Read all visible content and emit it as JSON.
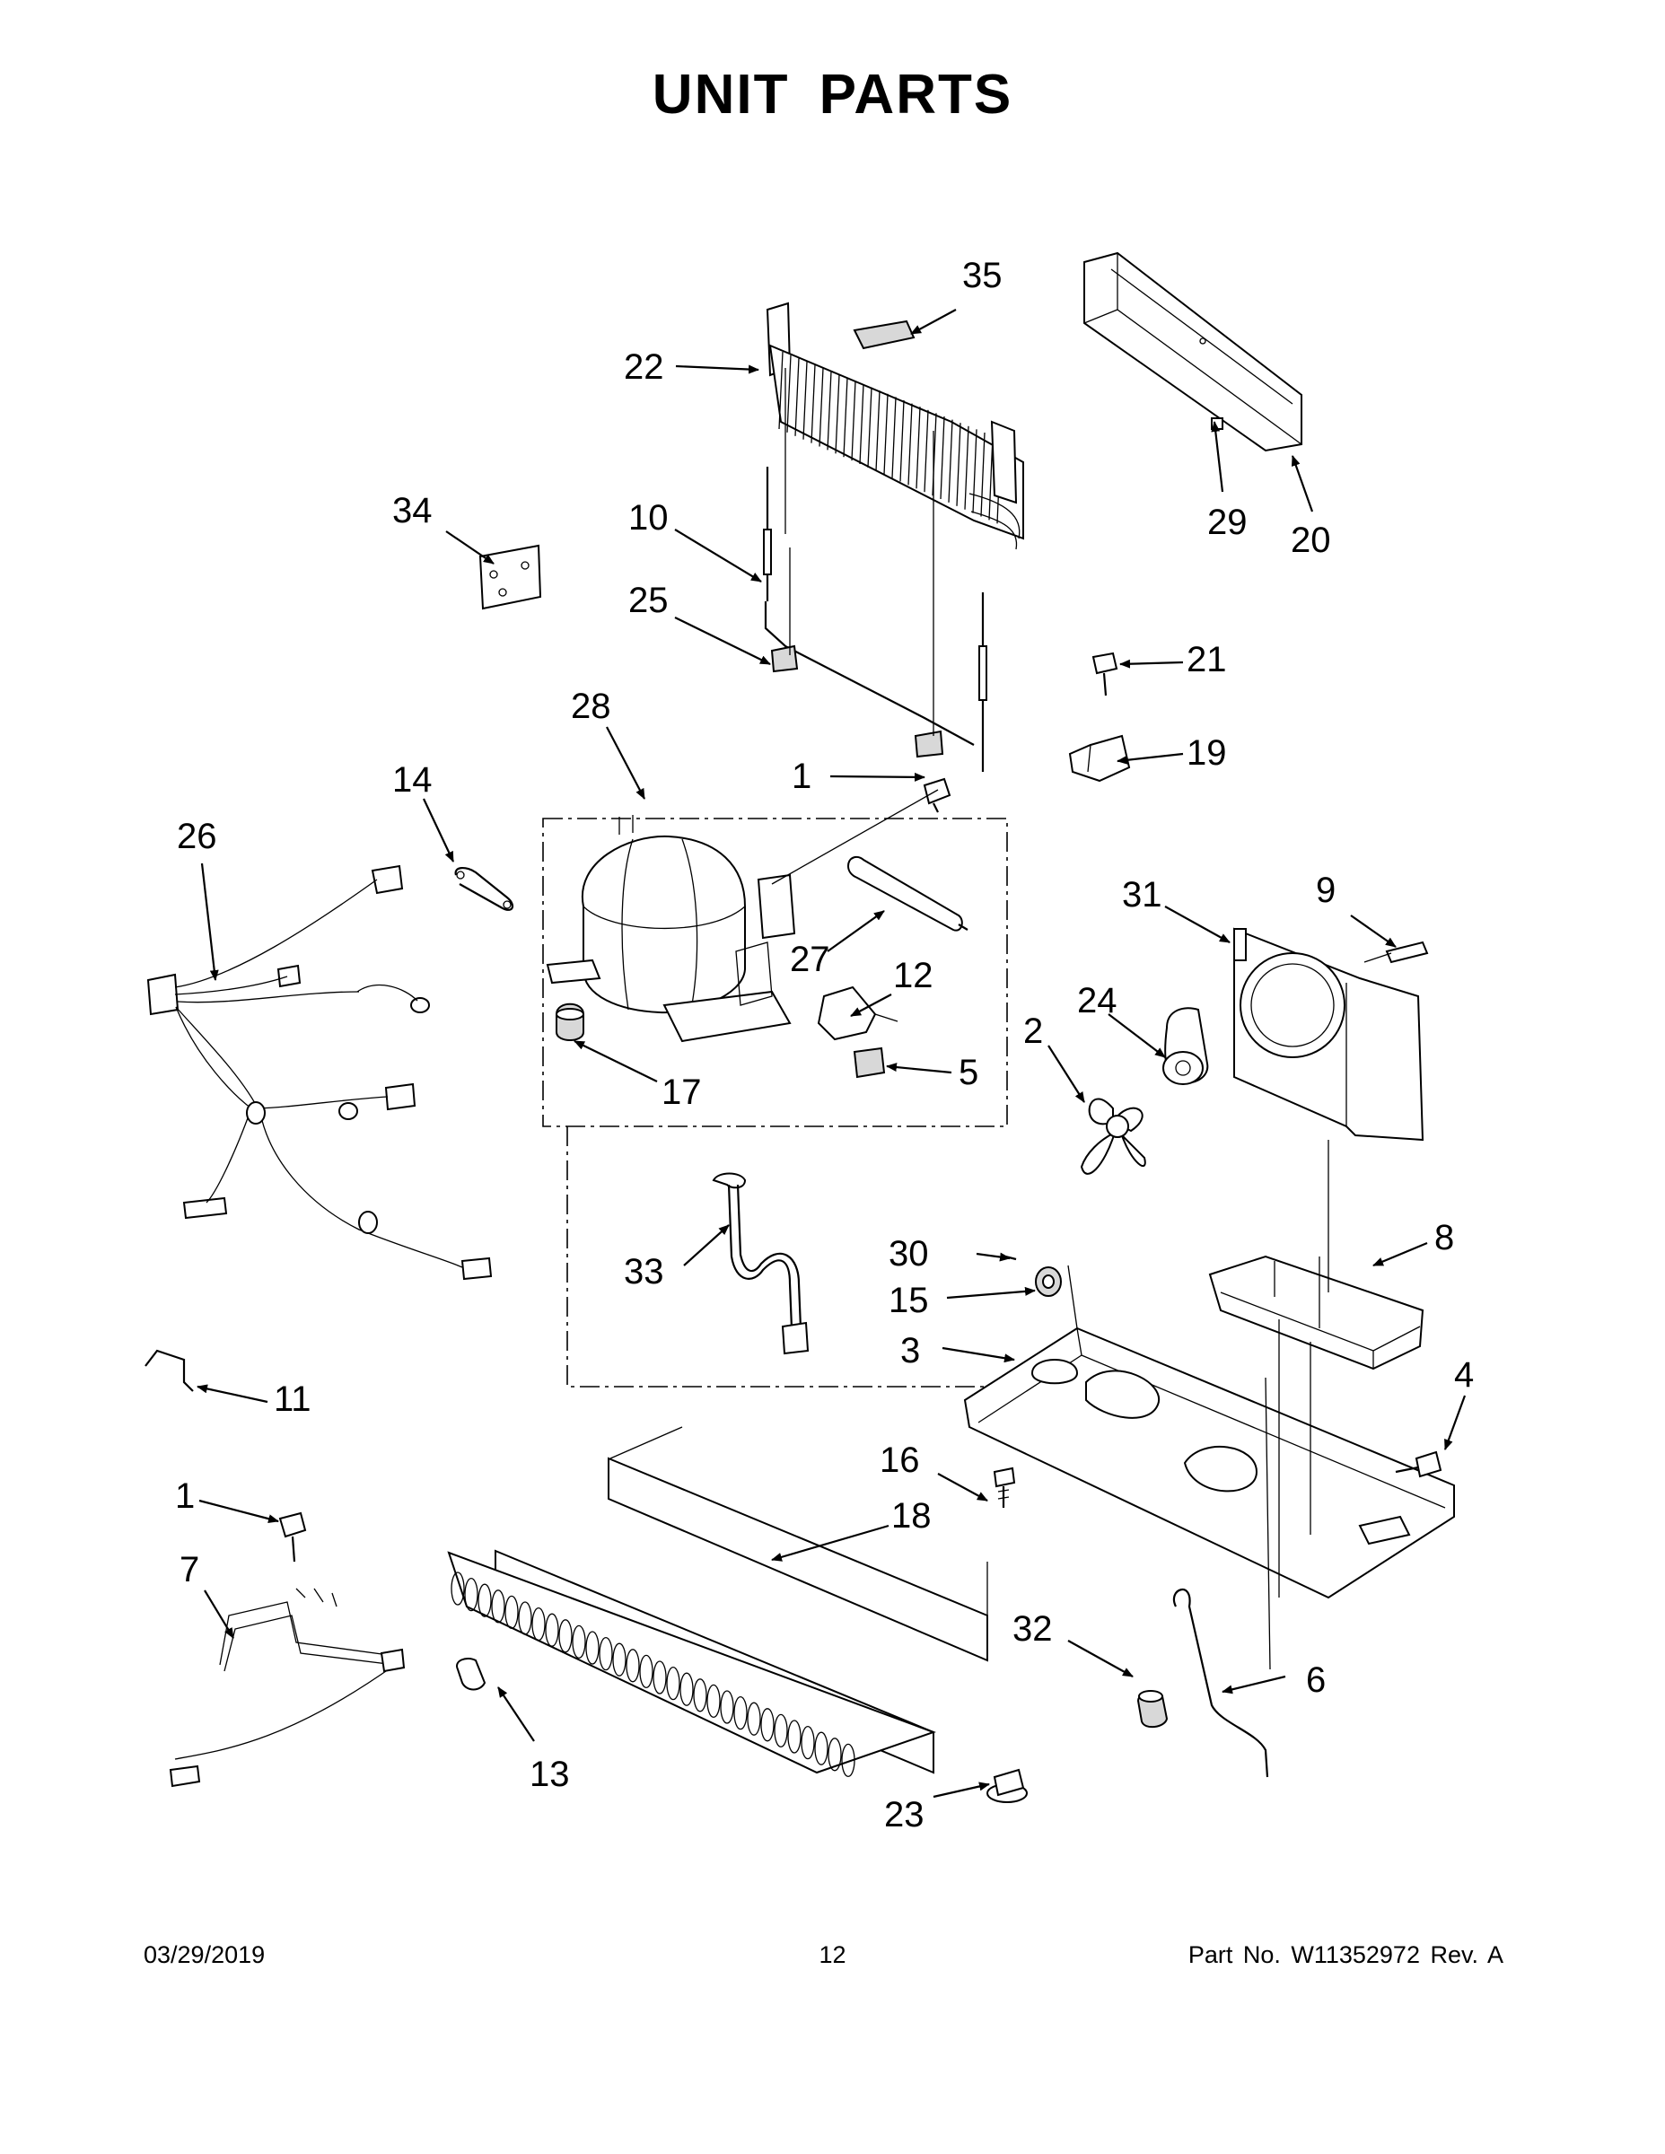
{
  "title": "UNIT  PARTS",
  "footer": {
    "date": "03/29/2019",
    "page": "12",
    "part": "Part No.  W11352972  Rev.  A"
  },
  "callouts": {
    "c35": "35",
    "c22": "22",
    "c29": "29",
    "c20": "20",
    "c34": "34",
    "c10": "10",
    "c25": "25",
    "c21": "21",
    "c19": "19",
    "c28": "28",
    "c1a": "1",
    "c14": "14",
    "c26": "26",
    "c27": "27",
    "c12": "12",
    "c31": "31",
    "c9": "9",
    "c24": "24",
    "c2": "2",
    "c17": "17",
    "c5": "5",
    "c33": "33",
    "c30": "30",
    "c15": "15",
    "c8": "8",
    "c3": "3",
    "c11": "11",
    "c4": "4",
    "c16": "16",
    "c1b": "1",
    "c18": "18",
    "c7": "7",
    "c32": "32",
    "c6": "6",
    "c13": "13",
    "c23": "23"
  }
}
